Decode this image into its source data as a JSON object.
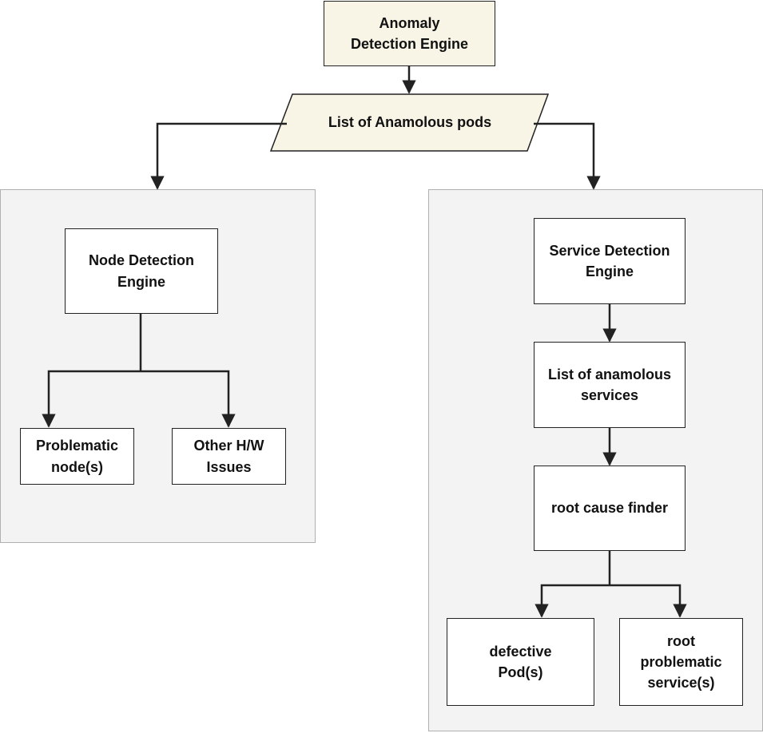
{
  "nodes": {
    "anomaly_engine": "Anomaly\nDetection Engine",
    "anomalous_pods": "List of Anamolous pods",
    "node_engine": "Node Detection\nEngine",
    "problematic_nodes": "Problematic\nnode(s)",
    "hw_issues": "Other H/W\nIssues",
    "service_engine": "Service Detection\nEngine",
    "anomalous_services": "List of anamolous\nservices",
    "root_cause": "root cause finder",
    "defective_pods": "defective\nPod(s)",
    "root_services": "root\nproblematic\nservice(s)"
  },
  "colors": {
    "data_fill": "#f8f5e6",
    "panel_fill": "#f3f3f3",
    "line": "#222222"
  }
}
